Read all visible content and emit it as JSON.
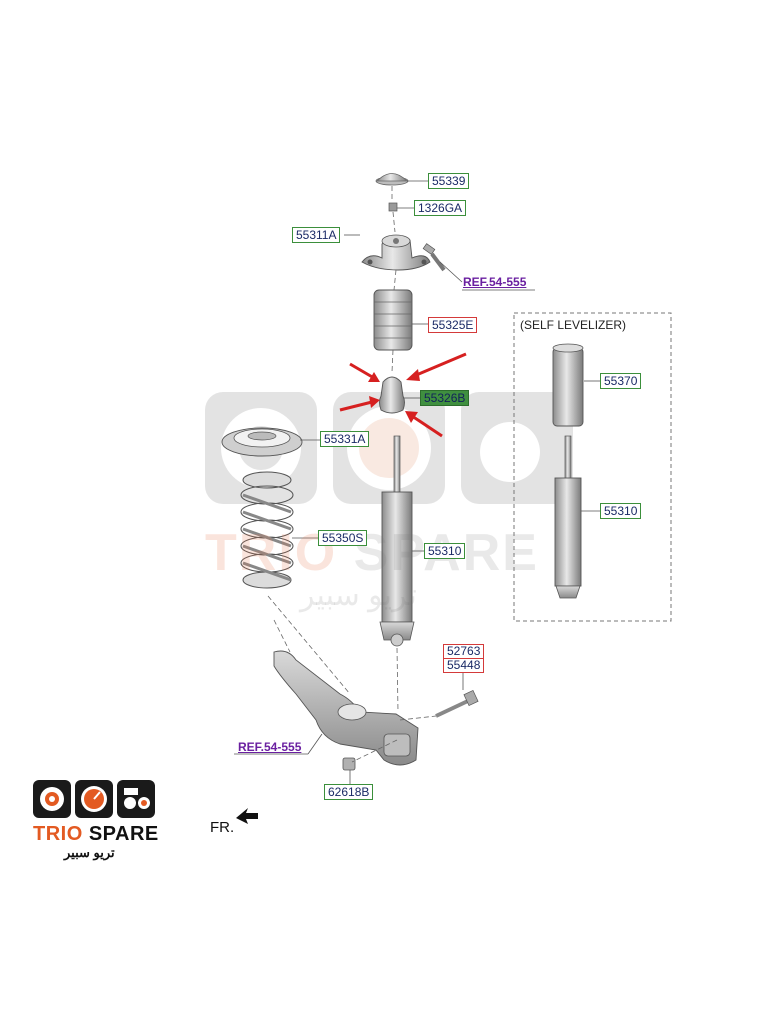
{
  "watermark": {
    "word_first": "TRIO",
    "word_rest": " SPARE",
    "arabic": "تريو سبير"
  },
  "logo": {
    "word_first": "TRIO",
    "word_rest": " SPARE",
    "arabic": "تريو سبير"
  },
  "self_levelizer_label": "(SELF LEVELIZER)",
  "front_label": "FR.",
  "parts": {
    "p55339": "55339",
    "p1326ga": "1326GA",
    "p55311a": "55311A",
    "ref_upper": "REF.54-555",
    "p55325e": "55325E",
    "p55326b": "55326B",
    "p55331a": "55331A",
    "p55350s": "55350S",
    "p55310_main": "55310",
    "p55370": "55370",
    "p55310_self": "55310",
    "p52763": "52763",
    "p55448": "55448",
    "ref_lower": "REF.54-555",
    "p62618b": "62618B"
  },
  "colors": {
    "label_border_green": "#3b8f3b",
    "label_border_red": "#d43a3a",
    "highlight_fill": "#3f8f3f",
    "ref_text": "#6a1fa0",
    "arrow_red": "#d62020",
    "logo_orange": "#e35a22"
  }
}
